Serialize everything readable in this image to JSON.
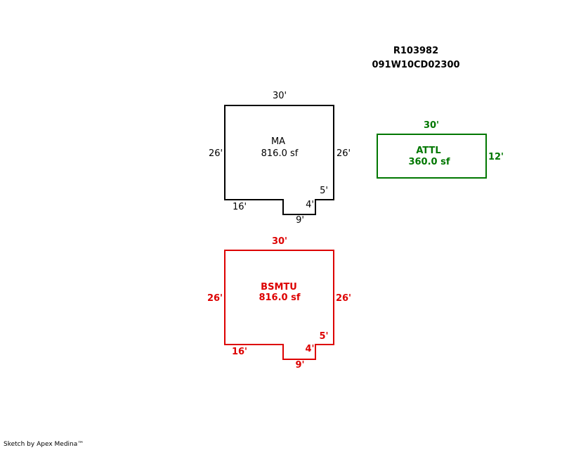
{
  "header": {
    "parcel_id": "R103982",
    "map_number": "091W10CD02300"
  },
  "colors": {
    "ma": "#000000",
    "attl": "#007700",
    "bsmtu": "#dd0000"
  },
  "ma": {
    "name": "MA",
    "area": "816.0 sf",
    "dim_top": "30'",
    "dim_left": "26'",
    "dim_right": "26'",
    "dim_step_right": "5'",
    "dim_step_inner": "4'",
    "dim_bottom_left": "16'",
    "dim_bottom_notch": "9'"
  },
  "attl": {
    "name": "ATTL",
    "area": "360.0 sf",
    "dim_top": "30'",
    "dim_right": "12'"
  },
  "bsmtu": {
    "name": "BSMTU",
    "area": "816.0 sf",
    "dim_top": "30'",
    "dim_left": "26'",
    "dim_right": "26'",
    "dim_step_right": "5'",
    "dim_step_inner": "4'",
    "dim_bottom_left": "16'",
    "dim_bottom_notch": "9'"
  },
  "footer": {
    "credit": "Sketch by Apex Medina™"
  }
}
